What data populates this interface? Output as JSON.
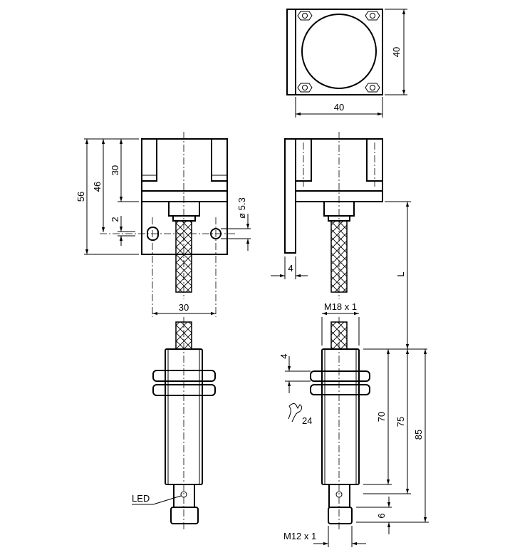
{
  "dimensions": {
    "top_height": "40",
    "top_width": "40",
    "height_56": "56",
    "height_46": "46",
    "height_30": "30",
    "offset_2": "2",
    "hole_diameter": "ø 5.3",
    "hole_spacing": "30",
    "plate_thickness": "4",
    "cable_length": "L",
    "thread_main": "M18 x 1",
    "nut_thickness": "4",
    "wrench_size": "24",
    "length_70": "70",
    "length_75": "75",
    "length_85": "85",
    "length_6": "6",
    "thread_connector": "M12 x 1"
  },
  "labels": {
    "led": "LED"
  }
}
